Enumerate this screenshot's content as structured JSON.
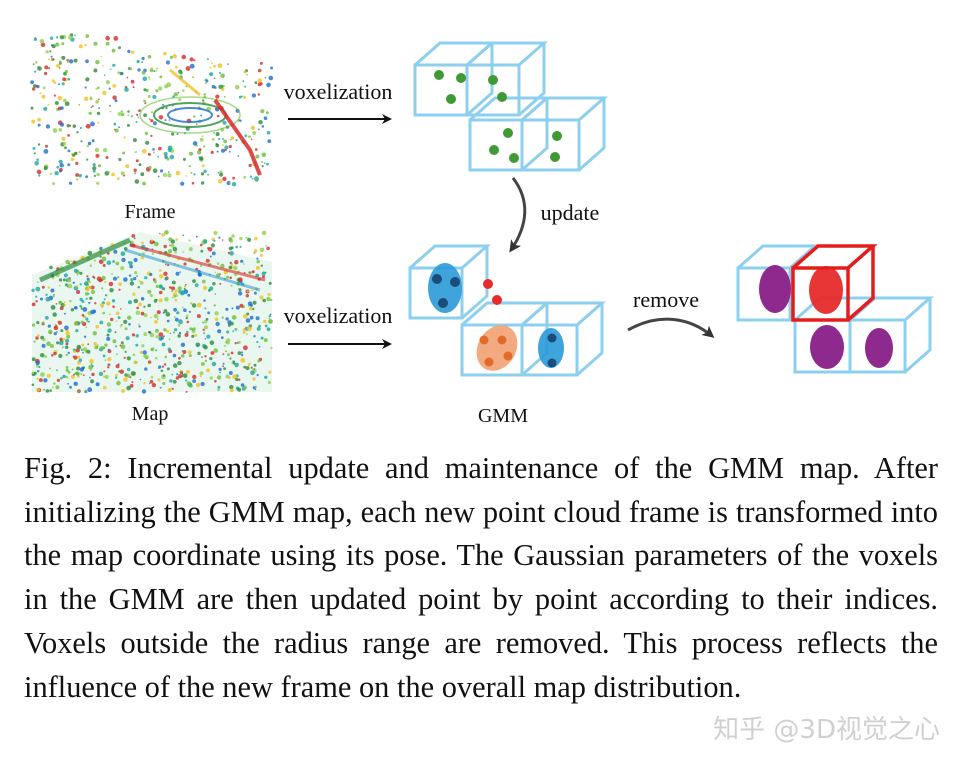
{
  "figure": {
    "labels": {
      "frame": "Frame",
      "map": "Map",
      "voxelization_top": "voxelization",
      "voxelization_bottom": "voxelization",
      "update": "update",
      "remove": "remove",
      "gmm": "GMM"
    },
    "colors": {
      "voxel_edge": "#8ccfee",
      "point_green": "#3f9a35",
      "gaussian_blue": "#2a9ad8",
      "gaussian_orange": "#f2a57a",
      "new_point_red": "#e62b2b",
      "removed_voxel_red": "#e51c1c",
      "gaussian_purple": "#8e2a8e",
      "arrow": "#111111"
    }
  },
  "caption": {
    "prefix": "Fig. 2:",
    "text": "Incremental update and maintenance of the GMM map. After initializing the GMM map, each new point cloud frame is transformed into the map coordinate using its pose. The Gaussian parameters of the voxels in the GMM are then updated point by point according to their indices. Voxels outside the radius range are removed. This process reflects the influence of the new frame on the overall map distribution."
  },
  "watermark": "知乎 @3D视觉之心"
}
